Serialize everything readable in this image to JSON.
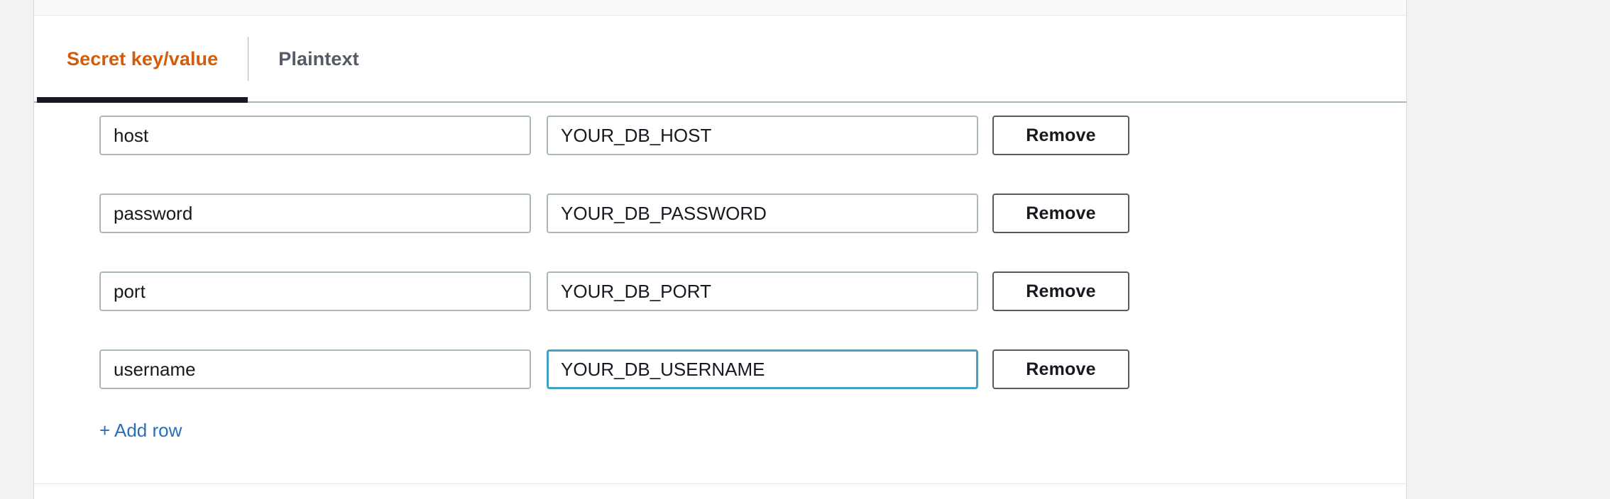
{
  "colors": {
    "page_background": "#f1f3f3",
    "card_background": "#ffffff",
    "active_tab_text": "#d45b07",
    "inactive_tab_text": "#545b64",
    "active_tab_underline": "#16191f",
    "input_border": "#aab7b8",
    "input_focus_border": "#44a1c4",
    "button_border": "#545b64",
    "link": "#2a6ebb",
    "divider": "#e4e7e7"
  },
  "tabs": [
    {
      "label": "Secret key/value",
      "active": true
    },
    {
      "label": "Plaintext",
      "active": false
    }
  ],
  "secret_rows": [
    {
      "key": "host",
      "value": "YOUR_DB_HOST",
      "key_placeholder": "",
      "value_placeholder": "",
      "remove_label": "Remove",
      "focused": "none"
    },
    {
      "key": "password",
      "value": "YOUR_DB_PASSWORD",
      "key_placeholder": "",
      "value_placeholder": "",
      "remove_label": "Remove",
      "focused": "none"
    },
    {
      "key": "port",
      "value": "YOUR_DB_PORT",
      "key_placeholder": "",
      "value_placeholder": "",
      "remove_label": "Remove",
      "focused": "none"
    },
    {
      "key": "username",
      "value": "YOUR_DB_USERNAME",
      "key_placeholder": "",
      "value_placeholder": "",
      "remove_label": "Remove",
      "focused": "value"
    }
  ],
  "add_row": {
    "label": "+ Add row"
  }
}
